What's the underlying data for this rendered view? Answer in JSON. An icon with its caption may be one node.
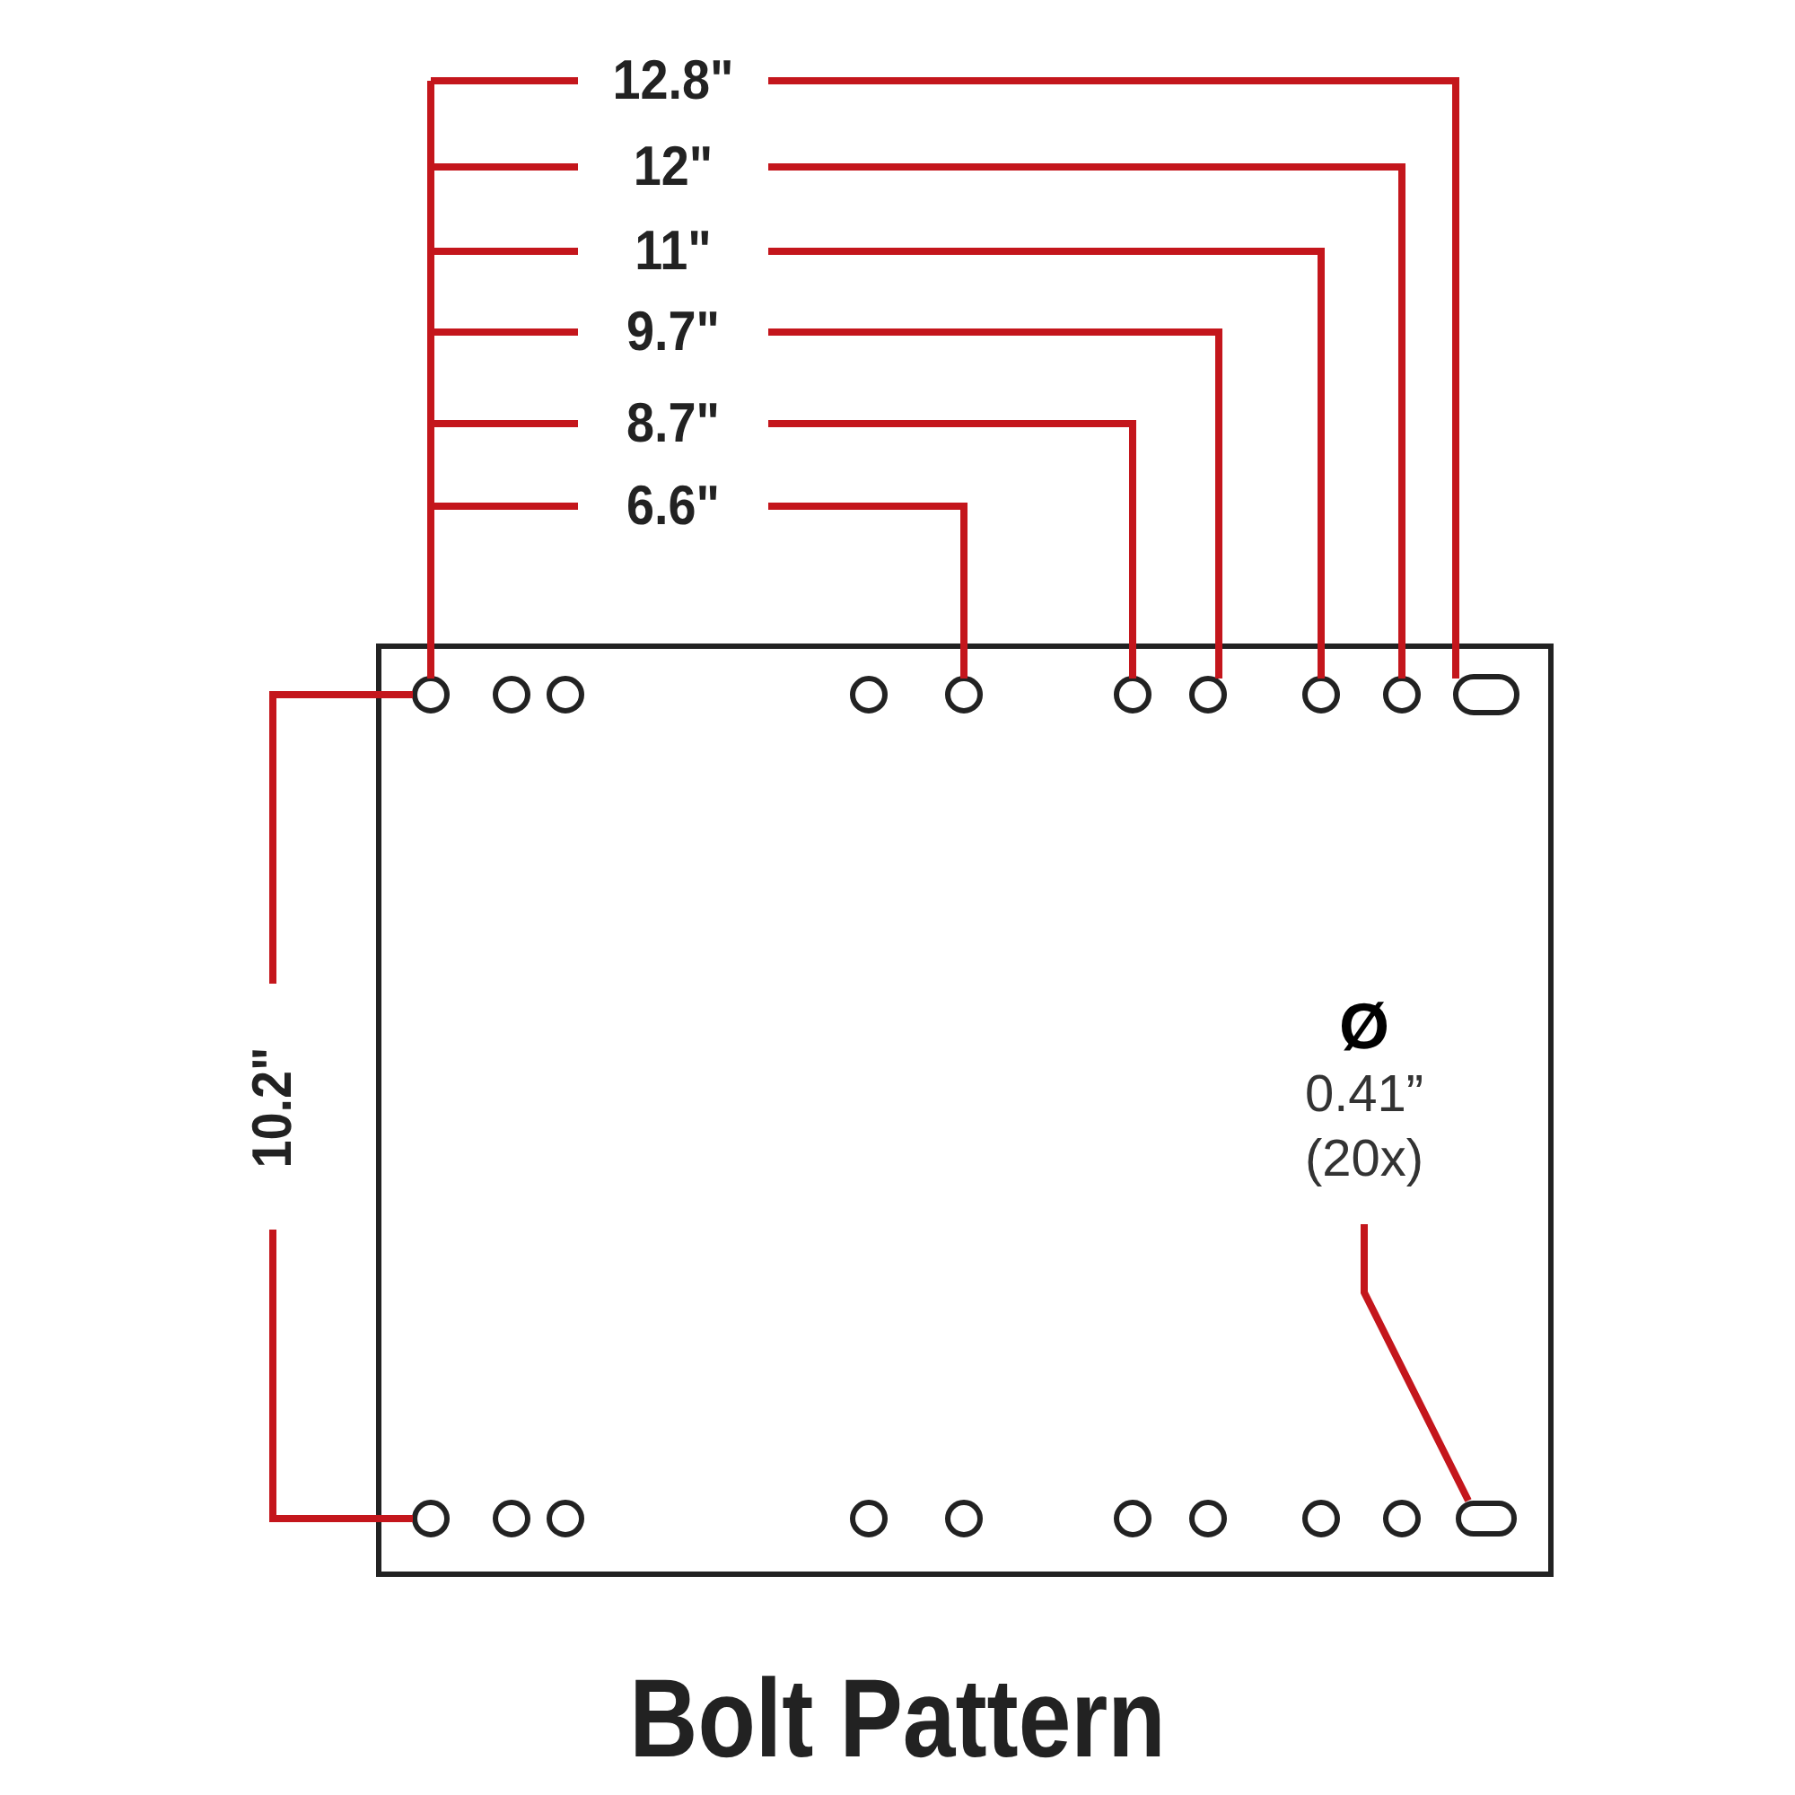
{
  "diagram": {
    "title": "Bolt Pattern",
    "nodes": [
      {
        "text": [
          "Ø",
          "0.41” (20x)"
        ]
      },
      {
        "text": [],
        "shape": "oval"
      }
    ],
    "edges": [
      {
        "from": 0,
        "to": 1,
        "arrow": "none"
      }
    ],
    "labels": [
      "12.8\"",
      "12\"",
      "11\"",
      "9.7\"",
      "8.7\"",
      "6.6\"",
      "10.2\""
    ]
  }
}
